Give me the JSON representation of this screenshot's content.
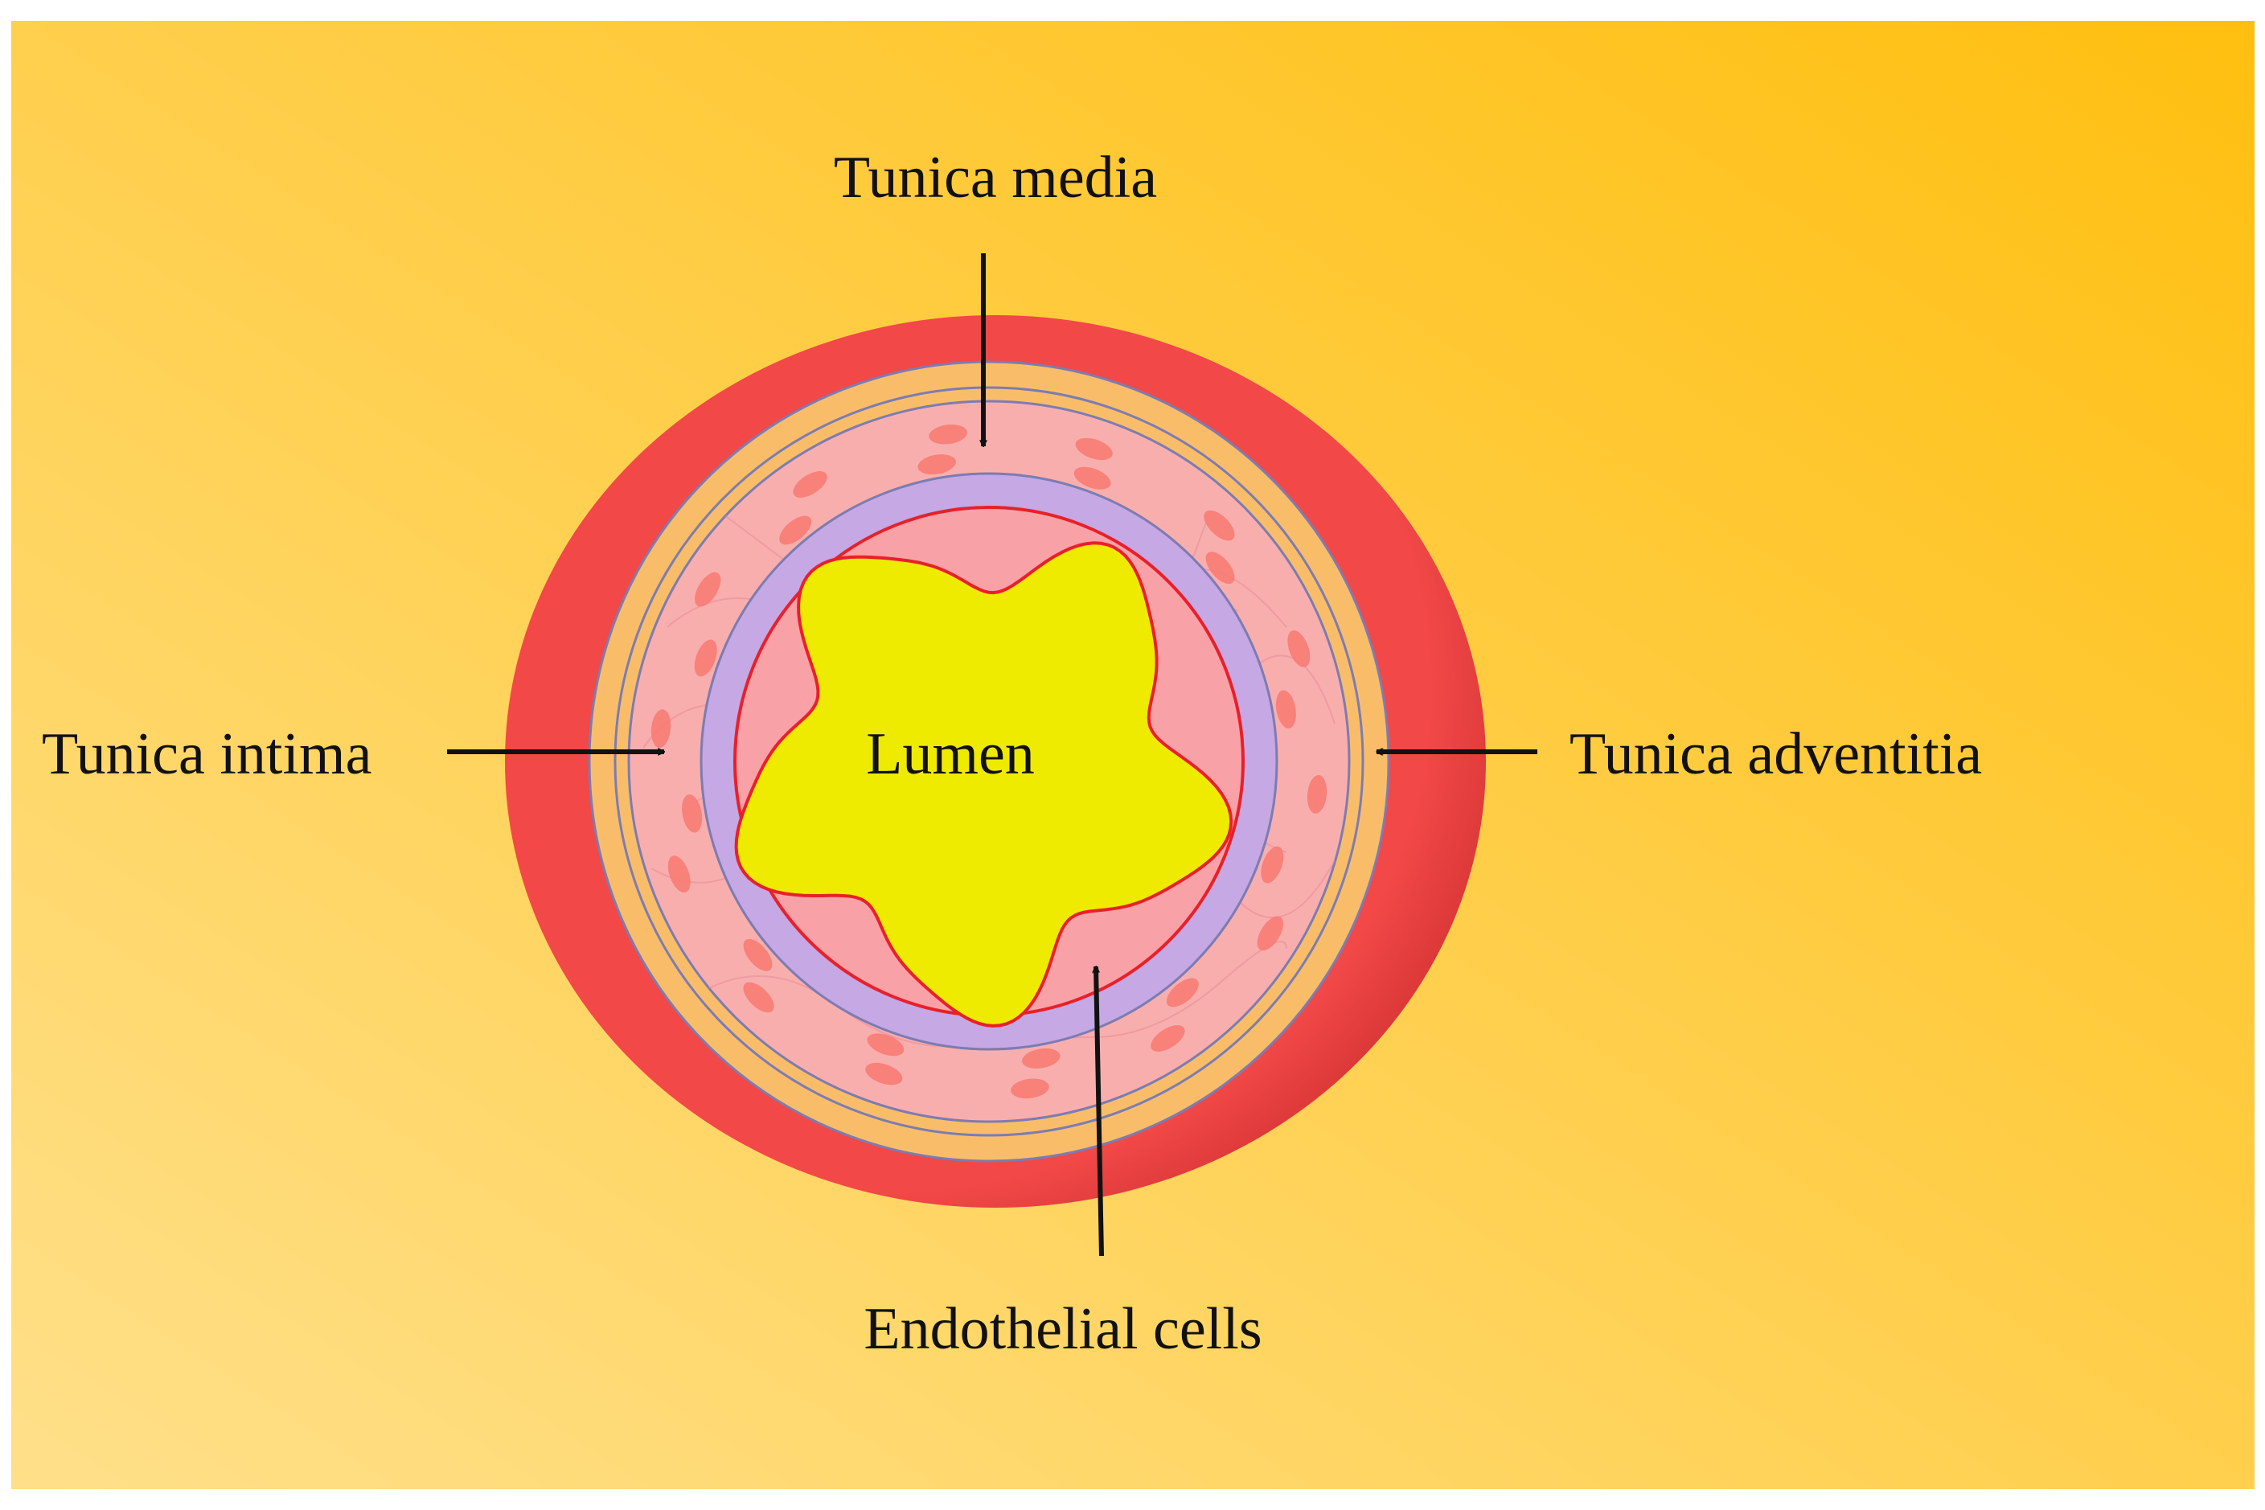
{
  "labels": {
    "tunica_media": "Tunica media",
    "tunica_intima": "Tunica intima",
    "lumen": "Lumen",
    "tunica_adventitia": "Tunica adventitia",
    "endothelial_cells": "Endothelial cells"
  },
  "colors": {
    "background_light": "#ffe08a",
    "background_dark": "#ffbf10",
    "adventitia_red": "#f24848",
    "adventitia_shadow": "#c92a2a",
    "outer_band": "#f9bd6a",
    "media_pink": "#f9aeae",
    "media_cell": "#f77c74",
    "elastic_lamina": "#c5a8e4",
    "lamina_outline": "#7c7cb2",
    "intima_pink": "#f8a2a8",
    "intima_outline": "#e8202a",
    "lumen_yellow": "#eeea00",
    "arrow": "#111111"
  }
}
